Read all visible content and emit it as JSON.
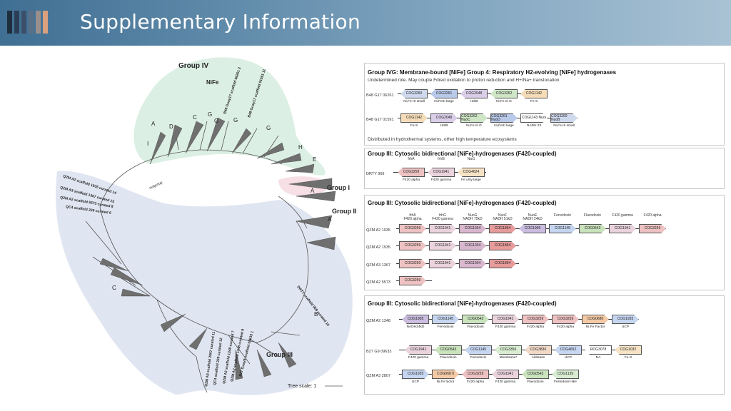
{
  "header": {
    "title": "Supplementary Information",
    "bar_colors": [
      "#1f2d3d",
      "#2c3e55",
      "#3c4f6a",
      "#5b6f86",
      "#9a8f8a",
      "#d9a07e"
    ]
  },
  "tree": {
    "groups": {
      "g4": "Group IV",
      "g1": "Group I",
      "g2": "Group II",
      "g3": "Group III"
    },
    "sublabels": {
      "nife": "NiFe",
      "a": "A",
      "d": "D",
      "c": "C",
      "g1": "G",
      "g2": "G",
      "g3": "G",
      "gg": "G",
      "i": "I",
      "h": "H",
      "e": "E",
      "ga": "A",
      "a2": "A",
      "b": "B",
      "c2": "C",
      "outgroup": "outgroup"
    },
    "leaf_labels": [
      "B48 Guay17 scaffold 06261 2",
      "B48 Guay17 scaffold 01591 11",
      "QZM A2 scaffold 1935 curated 14",
      "QZM A3 scaffold 1367 curated 15",
      "QZM A2 scaffold 5573 curated 8",
      "QC4 scaffold 229 curated 6",
      "DRTY scaffold 969 curated 10",
      "QZM A3 scaffold 2807 curated 11",
      "QC4 scaffold 229 curated 12",
      "QZM A2 scaffold 1348 curated 7",
      "QZM A2 scaffold 1348 curated 8",
      "B27 Guay9 scaffold 09633 1"
    ],
    "scale": "Tree scale: 1"
  },
  "panels": [
    {
      "title": "Group IVG: Membrane-bound [NiFe] Group 4: Respiratory H2-evolving [NiFe] hydrogenases",
      "note_top": "Undetermined role. May couple Fdred oxidation to proton reduction and H+/Na+ translocation",
      "note_bottom": "Distributed in hydrothermal systems, other high temperature ecosystems",
      "rows": [
        {
          "label": "B48 G17 06261",
          "genes": [
            {
              "n": "COG3260",
              "d": "l",
              "c": "#cfd9ee"
            },
            {
              "n": "COG3261",
              "d": "l",
              "c": "#b9c9ea"
            },
            {
              "n": "COG2048",
              "d": "l",
              "c": "#d9cde8"
            },
            {
              "n": "COG3262",
              "d": "l",
              "c": "#cfe6c6"
            },
            {
              "n": "COG1142",
              "d": "l",
              "c": "#f4dcb8"
            }
          ],
          "labels": [
            "Ni,Fe-III small",
            "Ni,FeIII large",
            "HdrB",
            "Ni,Fe III G",
            "Fe-S"
          ],
          "tops": []
        },
        {
          "label": "B48 G17 01591",
          "genes": [
            {
              "n": "COG1142",
              "d": "r",
              "c": "#f4dcb8"
            },
            {
              "n": "COG2048",
              "d": "r",
              "c": "#d9cde8"
            },
            {
              "n": "COG3262\nNuoC",
              "d": "r",
              "c": "#cfe6c6"
            },
            {
              "n": "COG3261\nNuoD",
              "d": "r",
              "c": "#b9c9ea"
            },
            {
              "n": "COG1143\nNuoI",
              "d": "r",
              "c": "#ffffff"
            },
            {
              "n": "COG3260\nNuoB",
              "d": "r",
              "c": "#cfd9ee"
            }
          ],
          "labels": [
            "Fe-S",
            "HdrB",
            "Ni,Fe III G",
            "Ni,FeIII large",
            "NADH 23",
            "Ni,Fe-III small"
          ],
          "tops": []
        }
      ]
    },
    {
      "title": "Group III: Cytosolic bidirectional [NiFe]-hydrogenases (F420-coupled)",
      "rows": [
        {
          "label": "DRTY 969",
          "genes": [
            {
              "n": "COG3259",
              "d": "l",
              "c": "#eec2c2"
            },
            {
              "n": "COG1941",
              "d": "l",
              "c": "#ead3dd"
            },
            {
              "n": "COG4624",
              "d": "l",
              "c": "#f6e2c4"
            }
          ],
          "labels": [
            "F420 alpha",
            "F420 gamma",
            "Fe only large"
          ],
          "tops": [
            "frhA",
            "frhG",
            "Nar1"
          ]
        }
      ]
    },
    {
      "title": "Group III: Cytosolic bidirectional [NiFe]-hydrogenases (F420-coupled)",
      "rows": [
        {
          "label": "QZM A2 1935",
          "genes": [
            {
              "n": "COG3259",
              "d": "r",
              "c": "#eec2c2"
            },
            {
              "n": "COG1941",
              "d": "r",
              "c": "#ead3dd"
            },
            {
              "n": "COG1034",
              "d": "r",
              "c": "#d9b8cf"
            },
            {
              "n": "COG1894",
              "d": "r",
              "c": "#e79b9b"
            },
            {
              "n": "COG1905",
              "d": "l",
              "c": "#cbbde0"
            },
            {
              "n": "COG1145",
              "d": "r",
              "c": "#c6d6f1"
            },
            {
              "n": "COG0543",
              "d": "r",
              "c": "#c9e3bd"
            },
            {
              "n": "COG1941",
              "d": "r",
              "c": "#ead3dd"
            },
            {
              "n": "COG3259",
              "d": "r",
              "c": "#eec2c2"
            }
          ],
          "labels": [],
          "tops": [
            "frhA\nF420 alpha",
            "frhG\nF420 gamma",
            "NuoG\nNADH 75kD",
            "NuoF\nNADH 51kD",
            "NuoE\nNADH 24kD",
            "Ferredoxin",
            "Flavodoxin",
            "F420 gamma",
            "F420 alpha"
          ]
        },
        {
          "label": "QZM A2 1935",
          "genes": [
            {
              "n": "COG3259",
              "d": "r",
              "c": "#eec2c2"
            },
            {
              "n": "COG1941",
              "d": "r",
              "c": "#ead3dd"
            },
            {
              "n": "COG1034",
              "d": "r",
              "c": "#d9b8cf"
            },
            {
              "n": "COG1894",
              "d": "r",
              "c": "#e79b9b"
            }
          ],
          "labels": [],
          "tops": []
        },
        {
          "label": "QZM A3 1367",
          "genes": [
            {
              "n": "COG3259",
              "d": "r",
              "c": "#eec2c2"
            },
            {
              "n": "COG1941",
              "d": "r",
              "c": "#ead3dd"
            },
            {
              "n": "COG1034",
              "d": "r",
              "c": "#d9b8cf"
            },
            {
              "n": "COG1894",
              "d": "r",
              "c": "#e79b9b"
            }
          ],
          "labels": [],
          "tops": []
        },
        {
          "label": "QZM A2 5573",
          "genes": [
            {
              "n": "COG3259",
              "d": "r",
              "c": "#eec2c2"
            }
          ],
          "labels": [],
          "tops": []
        }
      ]
    },
    {
      "title": "Group III: Cytosolic bidirectional [NiFe]-hydrogenases (F420-coupled)",
      "rows": [
        {
          "label": "QZM A2 1348",
          "genes": [
            {
              "n": "COG1905",
              "d": "l",
              "c": "#cbbde0"
            },
            {
              "n": "COG1145",
              "d": "r",
              "c": "#c6d6f1"
            },
            {
              "n": "COG0543",
              "d": "r",
              "c": "#c9e3bd"
            },
            {
              "n": "COG1941",
              "d": "r",
              "c": "#ead3dd"
            },
            {
              "n": "COG3259",
              "d": "r",
              "c": "#eec2c2"
            },
            {
              "n": "COG3259",
              "d": "r",
              "c": "#eec2c2"
            },
            {
              "n": "COG0680",
              "d": "r",
              "c": "#f4caa6"
            },
            {
              "n": "COG1935",
              "d": "r",
              "c": "#c6d6f1"
            }
          ],
          "labels": [
            "NADH24kD",
            "Ferredoxin",
            "Flavodoxin",
            "F420 gamma",
            "F420 alpha",
            "F420 alpha",
            "Ni,Fe Factor",
            "UCP"
          ],
          "tops": []
        },
        {
          "label": "B27 G9 09633",
          "genes": [
            {
              "n": "COG1941",
              "d": "l",
              "c": "#ead3dd"
            },
            {
              "n": "COG0543",
              "d": "l",
              "c": "#c9e3bd"
            },
            {
              "n": "COG1145",
              "d": "l",
              "c": "#c6d6f1"
            },
            {
              "n": "COG3356",
              "d": "l",
              "c": "#d7ecd0"
            },
            {
              "n": "COG3836",
              "d": "l",
              "c": "#f1d9c7"
            },
            {
              "n": "COG4652",
              "d": "l",
              "c": "#c6d6f1"
            },
            {
              "n": "ROG3078",
              "d": "l",
              "c": "#ffffff"
            },
            {
              "n": "COG1032",
              "d": "l",
              "c": "#f6e2c4"
            }
          ],
          "labels": [
            "F420 gamma",
            "Flavodoxin",
            "Ferredoxin",
            "Membrane*",
            "Aldolase",
            "UCP",
            "NA",
            "Fe-S"
          ],
          "tops": []
        },
        {
          "label": "QZM A3 2807",
          "genes": [
            {
              "n": "COG1935",
              "d": "r",
              "c": "#c6d6f1"
            },
            {
              "n": "COG068\n0",
              "d": "r",
              "c": "#f4caa6"
            },
            {
              "n": "COG3259",
              "d": "l",
              "c": "#eec2c2"
            },
            {
              "n": "COG1941",
              "d": "l",
              "c": "#ead3dd"
            },
            {
              "n": "COG0543",
              "d": "l",
              "c": "#c9e3bd"
            },
            {
              "n": "COG1139",
              "d": "l",
              "c": "#d7ecd0"
            }
          ],
          "labels": [
            "UCP",
            "Ni,Fe factor",
            "F420 alpha",
            "F420 gamma",
            "Flavodoxin",
            "Ferredoxin-like"
          ],
          "tops": []
        }
      ]
    }
  ]
}
